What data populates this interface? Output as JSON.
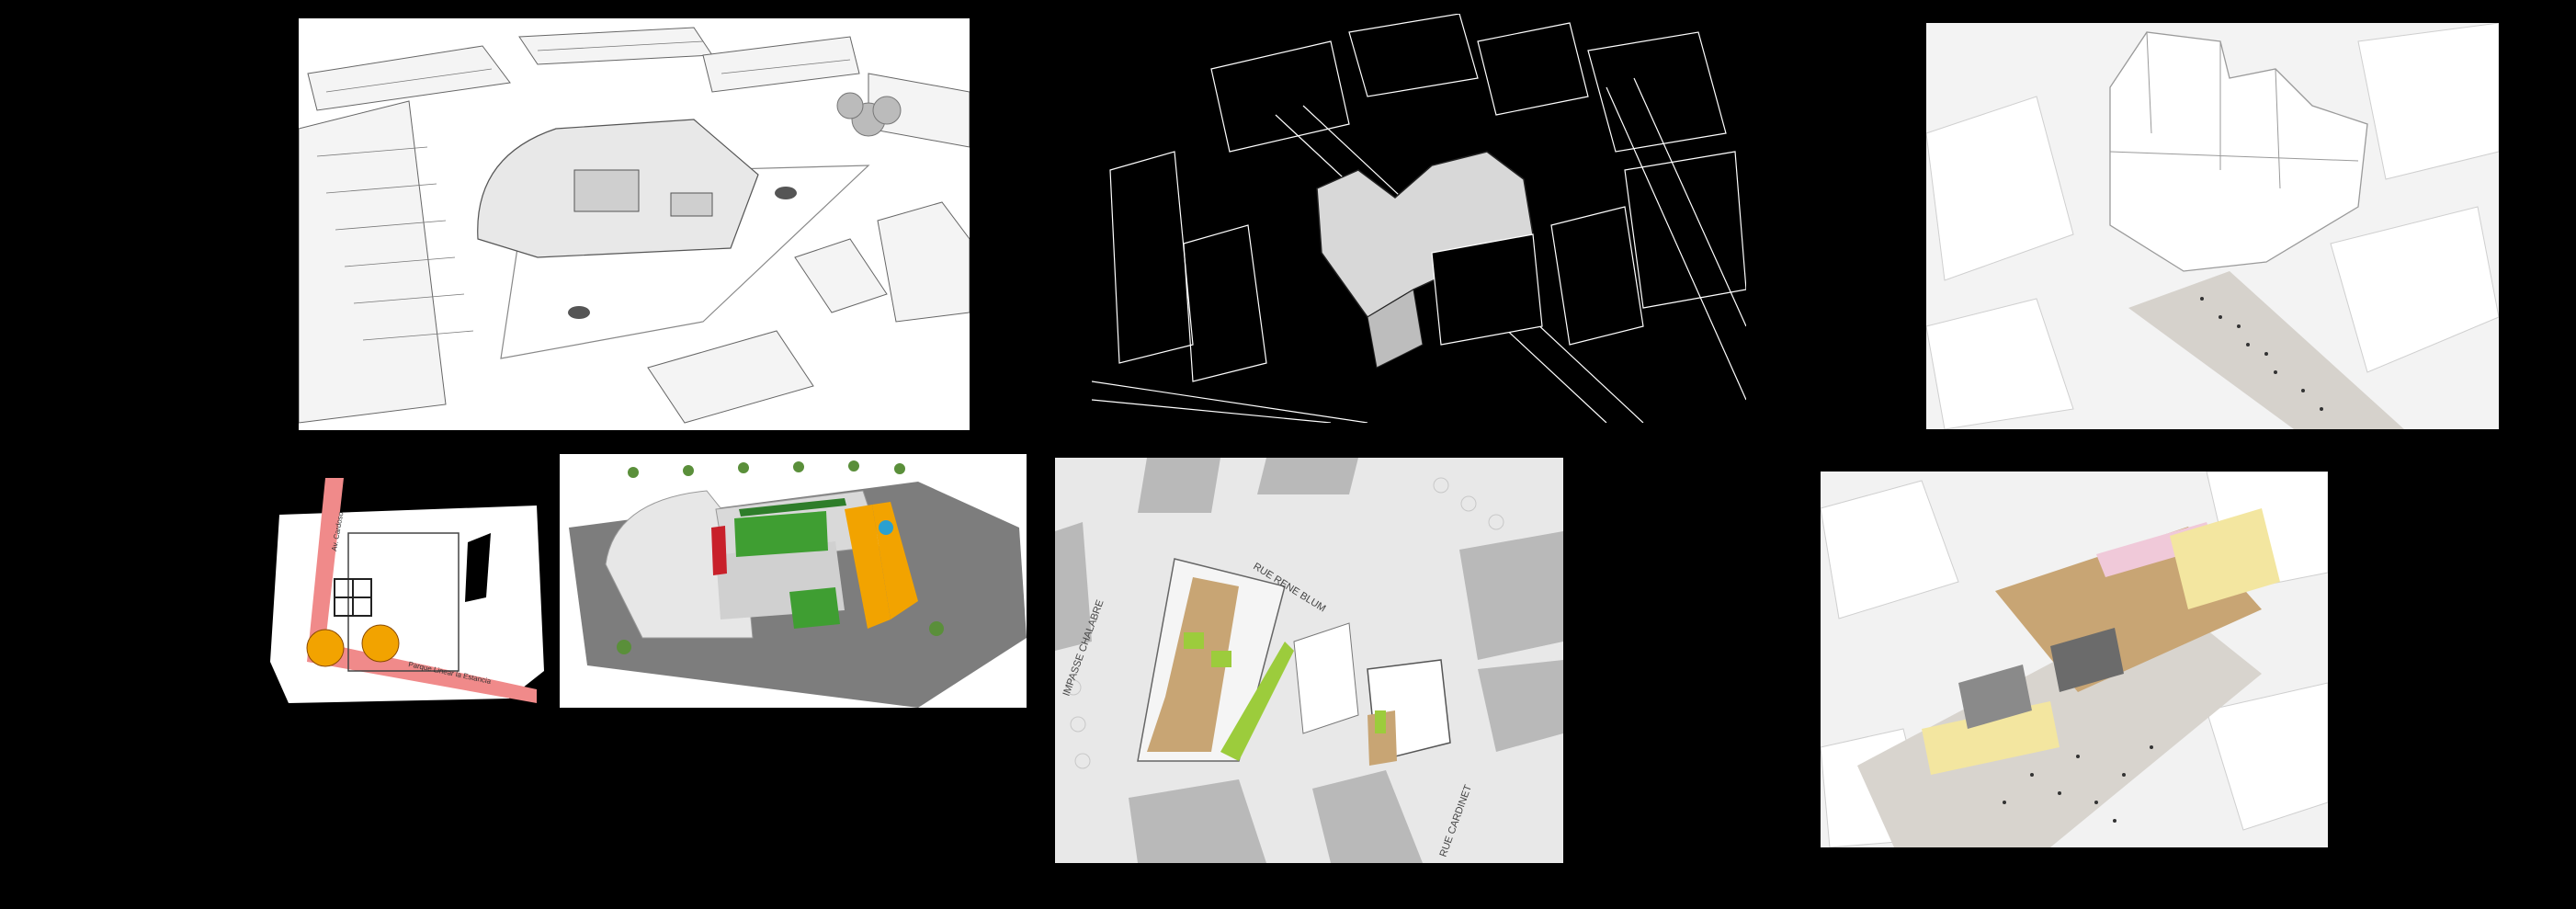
{
  "panels": {
    "p4": {
      "street_1": "Av. Cardoso",
      "street_2": "Parque Linear la Estancia"
    },
    "p6": {
      "street_1": "IMPASSE CHALABRE",
      "street_2": "RUE RENE BLUM",
      "street_3": "RUE CARDINET"
    }
  },
  "colors": {
    "background": "#000000",
    "orange": "#f2a300",
    "green": "#3f9e32",
    "red": "#c8202a",
    "pink_road": "#f08a8a",
    "lime": "#9ccc3c",
    "tan": "#c8a574"
  }
}
